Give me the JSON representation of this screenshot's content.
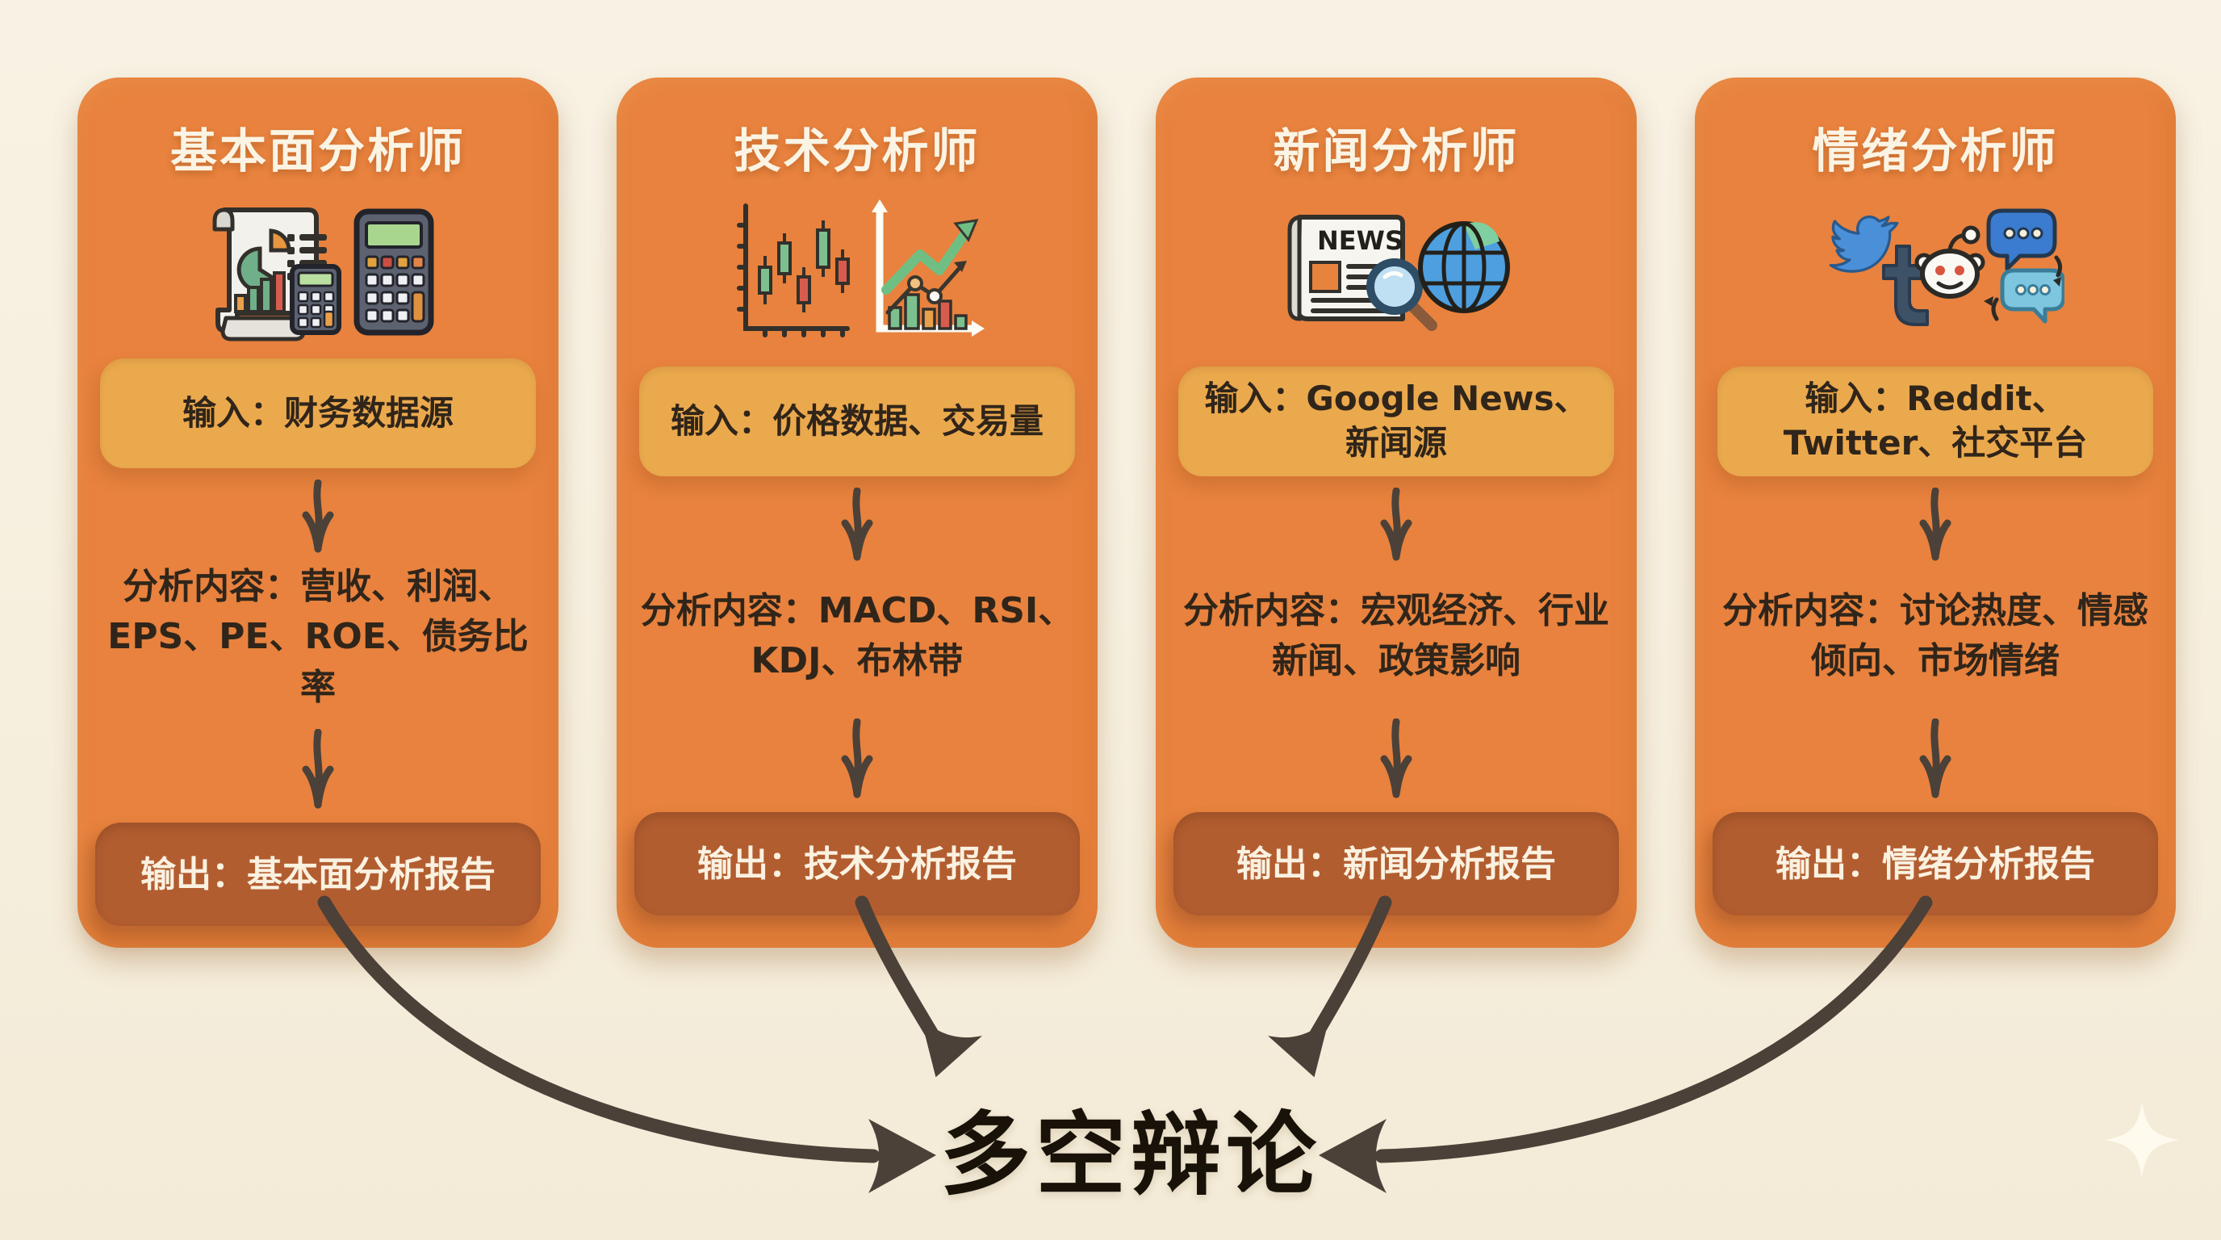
{
  "page": {
    "background_color": "#F6EFDE",
    "debate_title": "多空辩论"
  },
  "colors": {
    "card_orange": "#E8823E",
    "input_gold": "#EBA94D",
    "output_brown": "#B25D30",
    "title_text": "#FBF4E4",
    "body_text": "#30251A",
    "arrow_dark": "#4B4138",
    "candle_green": "#7CC08F",
    "candle_red": "#D85C4E",
    "globe_blue": "#4D9FE0",
    "bubble_blue": "#3B7CD0",
    "bubble_light_blue": "#7EC6E0"
  },
  "cards": [
    {
      "id": "fundamental-analyst",
      "title": "基本面分析师",
      "icons": [
        "financial-report-icon",
        "calculator-icon"
      ],
      "input": "输入：财务数据源",
      "analysis": "分析内容：营收、利润、EPS、PE、ROE、债务比率",
      "output": "输出：基本面分析报告"
    },
    {
      "id": "technical-analyst",
      "title": "技术分析师",
      "icons": [
        "candlestick-chart-icon",
        "trend-chart-icon"
      ],
      "input": "输入：价格数据、交易量",
      "analysis": "分析内容：MACD、RSI、KDJ、布林带",
      "output": "输出：技术分析报告"
    },
    {
      "id": "news-analyst",
      "title": "新闻分析师",
      "icons": [
        "newspaper-search-icon",
        "globe-icon"
      ],
      "input": "输入：Google News、新闻源",
      "analysis": "分析内容：宏观经济、行业新闻、政策影响",
      "output": "输出：新闻分析报告"
    },
    {
      "id": "sentiment-analyst",
      "title": "情绪分析师",
      "icons": [
        "twitter-icon",
        "tumblr-icon",
        "reddit-icon",
        "chat-bubbles-icon"
      ],
      "input": "输入：Reddit、Twitter、社交平台",
      "analysis": "分析内容：讨论热度、情感倾向、市场情绪",
      "output": "输出：情绪分析报告"
    }
  ]
}
